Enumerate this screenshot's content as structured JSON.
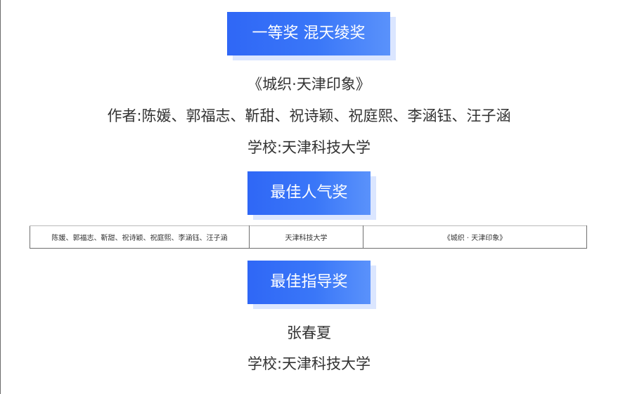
{
  "section_first_prize": {
    "badge_label": "一等奖 混天绫奖",
    "work_title": "《城织·天津印象》",
    "authors": "作者:陈媛、郭福志、靳甜、祝诗颖、祝庭熙、李涵钰、汪子涵",
    "school": "学校:天津科技大学"
  },
  "section_popularity": {
    "badge_label": "最佳人气奖",
    "table_row": {
      "authors": "陈媛、郭福志、靳甜、祝诗颖、祝庭熙、李涵钰、汪子涵",
      "school": "天津科技大学",
      "work_title": "《城织 · 天津印象》"
    }
  },
  "section_mentor": {
    "badge_label": "最佳指导奖",
    "mentor_name": "张春夏",
    "school": "学校:天津科技大学"
  },
  "colors": {
    "badge_blue": "#2f67f6",
    "badge_shadow": "#dbe6ff",
    "text": "#333333"
  }
}
